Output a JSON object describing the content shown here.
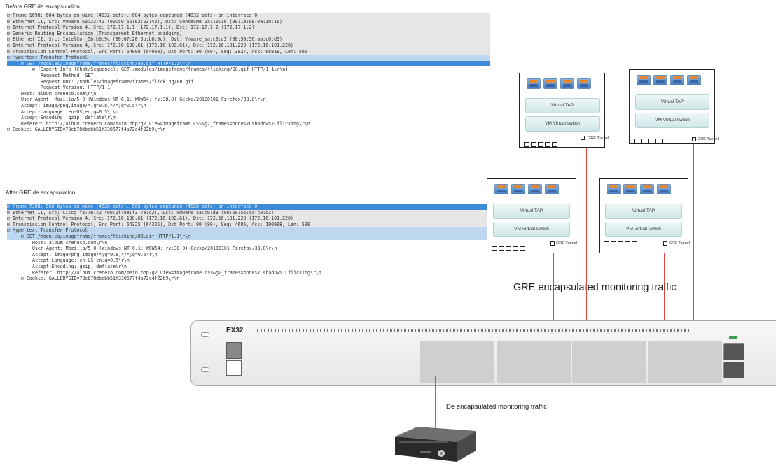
{
  "before": {
    "title": "Before GRE de encapsulation",
    "rows": [
      {
        "text": "⊞ Frame 1698: 604 bytes on wire (4832 bits), 604 bytes captured (4832 bits) on interface 0",
        "style": "sum"
      },
      {
        "text": "⊞ Ethernet II, Src: Vmware_63:23:42 (00:50:56:63:23:42), Dst: CenteCNe_0a:10:16 (00:1e:08:0a:10:16)",
        "style": "sum"
      },
      {
        "text": "⊞ Internet Protocol Version 4, Src: 172.17.1.1 (172.17.1.1), Dst: 172.17.1.2 (172.17.1.2)",
        "style": "sum"
      },
      {
        "text": "⊞ Generic Routing Encapsulation (Transparent Ethernet bridging)",
        "style": "sum"
      },
      {
        "text": "⊞ Ethernet II, Src: IntelCor_5b:b0:9c (80:67:20:5b:b0:9c), Dst: Vmware_aa:c0:d3 (00:50:56:aa:c0:d3)",
        "style": "sum"
      },
      {
        "text": "⊞ Internet Protocol Version 4, Src: 172.16.100.61 (172.16.100.61), Dst: 172.16.101.220 (172.16.101.220)",
        "style": "sum"
      },
      {
        "text": "⊞ Transmission Control Protocol, Src Port: 64008 (64008), Dst Port: 80 (80), Seq: 3827, Ack: 68818, Len: 500",
        "style": "sum"
      },
      {
        "text": "⊟ Hypertext Transfer Protocol",
        "style": "hl"
      },
      {
        "text": "⊟ GET /modules/imageframe/frames/flicking/88.gif HTTP/1.1\\r\\n",
        "style": "sel d1"
      },
      {
        "text": "⊞ [Expert Info (Chat/Sequence): GET /modules/imageframe/frames/flicking/88.gif HTTP/1.1\\r\\n]",
        "style": "d2"
      },
      {
        "text": "Request Method: GET",
        "style": "d3"
      },
      {
        "text": "Request URI: /modules/imageframe/frames/flicking/88.gif",
        "style": "d3"
      },
      {
        "text": "Request Version: HTTP/1.1",
        "style": "d3"
      },
      {
        "text": "Host: album.creneco.com\\r\\n",
        "style": "d1"
      },
      {
        "text": "User-Agent: Mozilla/5.0 (Windows NT 6.1; WOW64; rv:38.0) Gecko/20100101 Firefox/38.0\\r\\n",
        "style": "d1"
      },
      {
        "text": "Accept: image/png,image/*;q=0.8,*/*;q=0.5\\r\\n",
        "style": "d1"
      },
      {
        "text": "Accept-Language: en-US,en;q=0.5\\r\\n",
        "style": "d1"
      },
      {
        "text": "Accept-Encoding: gzip, deflate\\r\\n",
        "style": "d1"
      },
      {
        "text": "Referer: http://album.creneco.com/main.php?g2_view=imageframe.CSS&g2_frames=none%7Cshadow%7Cflicking\\r\\n",
        "style": "d1"
      },
      {
        "text": "⊞ Cookie: GALLERYSID=78cb78dbabb51f330677f4a72c4f22b9\\r\\n",
        "style": ""
      }
    ]
  },
  "after": {
    "title": "After GRE de encapsulation",
    "rows": [
      {
        "text": "⊞ Frame 7308: 566 bytes on wire (4528 bits), 566 bytes captured (4528 bits) on interface 0",
        "style": "sel"
      },
      {
        "text": "⊞ Ethernet II, Src: Cisco_f3:7e:c2 (00:1f:9e:f3:7e:c2), Dst: Vmware_aa:c0:d3 (00:50:56:aa:c0:d3)",
        "style": "sum"
      },
      {
        "text": "⊞ Internet Protocol Version 4, Src: 172.16.100.61 (172.16.100.61), Dst: 172.16.101.220 (172.16.101.220)",
        "style": "sum"
      },
      {
        "text": "⊞ Transmission Control Protocol, Src Port: 64325 (64325), Dst Port: 80 (80), Seq: 4686, Ack: 100998, Len: 500",
        "style": "sum"
      },
      {
        "text": "⊟ Hypertext Transfer Protocol",
        "style": "hl"
      },
      {
        "text": "⊞ GET /modules/imageframe/frames/flicking/88.gif HTTP/1.1\\r\\n",
        "style": "hl d1"
      },
      {
        "text": "Host: album.creneco.com\\r\\n",
        "style": "d2"
      },
      {
        "text": "User-Agent: Mozilla/5.0 (Windows NT 6.1; WOW64; rv:38.0) Gecko/20100101 Firefox/38.0\\r\\n",
        "style": "d2"
      },
      {
        "text": "Accept: image/png,image/*;q=0.8,*/*;q=0.5\\r\\n",
        "style": "d2"
      },
      {
        "text": "Accept-Language: en-US,en;q=0.5\\r\\n",
        "style": "d2"
      },
      {
        "text": "Accept-Encoding: gzip, deflate\\r\\n",
        "style": "d2"
      },
      {
        "text": "Referer: http://album.creneco.com/main.php?g2_view=imageframe.css&g2_frames=none%7Cshadow%7Cflicking\\r\\n",
        "style": "d2"
      },
      {
        "text": "⊞ Cookie: GALLERYSID=78cb78dbabb51f330677f4a72c4f22b9\\r\\n",
        "style": "d1"
      }
    ]
  },
  "host": {
    "vtap": "Virtual TAP",
    "vswitch": "VM Virtual switch",
    "gre_tunnel": "GRE Tunnel"
  },
  "labels": {
    "gre_traffic": "GRE encapsulated monitoring traffic",
    "decap_traffic": "De encapsulated monitoring traffic"
  },
  "switch": {
    "model": "EX32"
  },
  "colors": {
    "gre_line": "#e04848",
    "decap_line": "#3aa05a",
    "selected_row": "#3d8bd8"
  }
}
